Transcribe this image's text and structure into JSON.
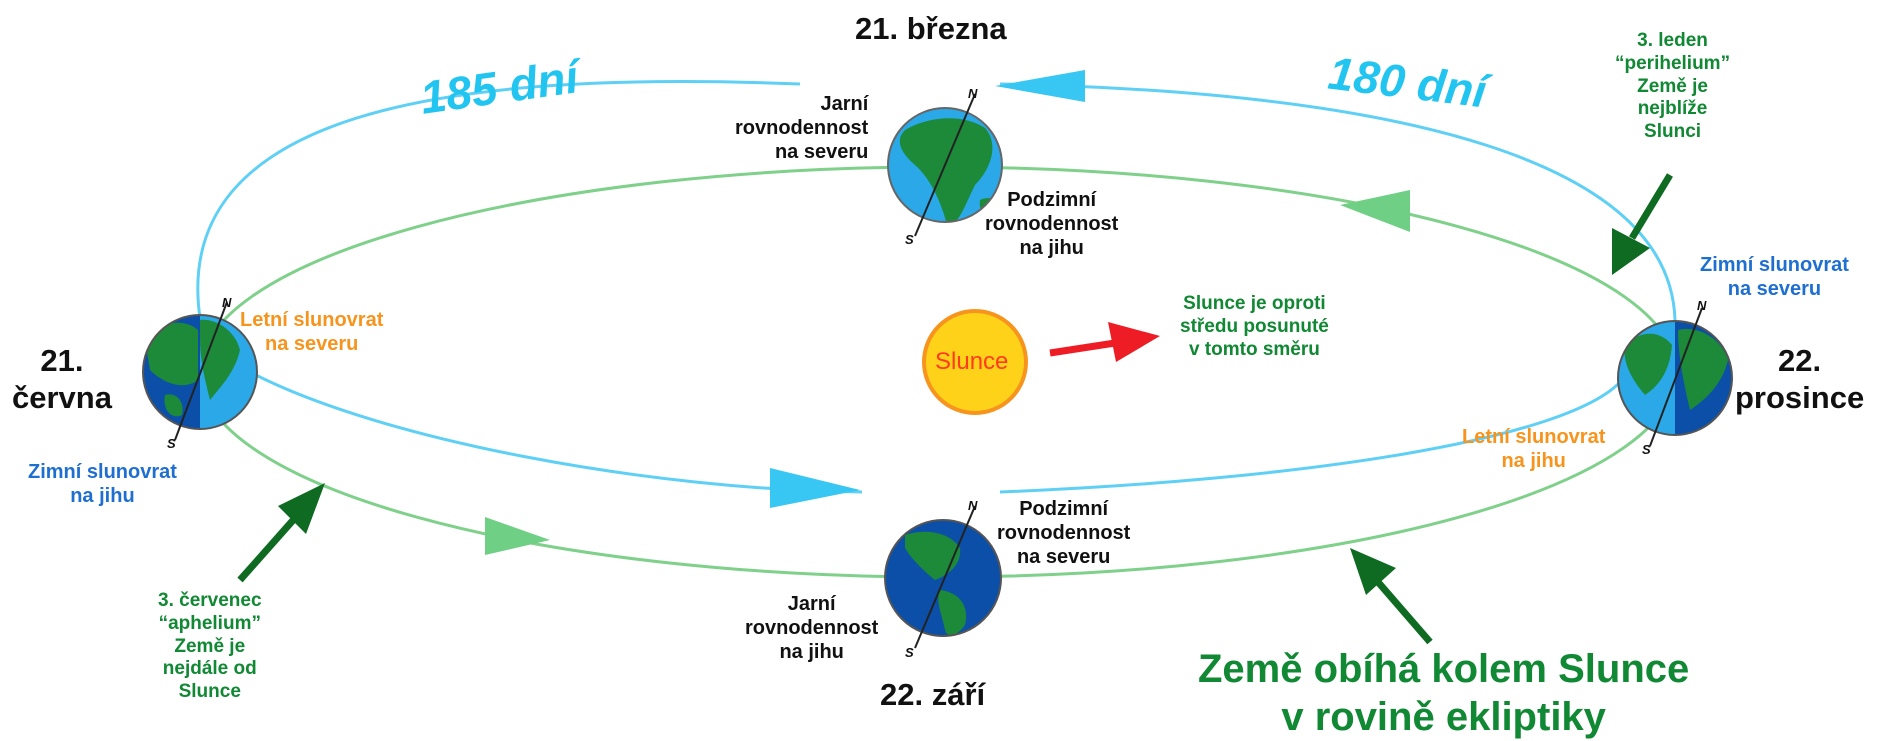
{
  "dates": {
    "march": "21. března",
    "june_line1": "21.",
    "june_line2": "června",
    "september": "22. září",
    "december_line1": "22.",
    "december_line2": "prosince"
  },
  "durations": {
    "left": "185 dní",
    "right": "180 dní"
  },
  "labels": {
    "spring_north": [
      "Jarní",
      "rovnodennost",
      "na severu"
    ],
    "autumn_south": [
      "Podzimní",
      "rovnodennost",
      "na jihu"
    ],
    "autumn_north": [
      "Podzimní",
      "rovnodennost",
      "na severu"
    ],
    "spring_south": [
      "Jarní",
      "rovnodennost",
      "na jihu"
    ],
    "summer_north": [
      "Letní slunovrat",
      "na severu"
    ],
    "winter_south": [
      "Zimní slunovrat",
      "na jihu"
    ],
    "winter_north": [
      "Zimní slunovrat",
      "na severu"
    ],
    "summer_south": [
      "Letní slunovrat",
      "na jihu"
    ],
    "perihelion": [
      "3. leden",
      "“perihelium”",
      "Země je",
      "nejblíže",
      "Slunci"
    ],
    "aphelion": [
      "3. červenec",
      "“aphelium”",
      "Země je",
      "nejdále od",
      "Slunce"
    ],
    "sun_offset": [
      "Slunce je oproti",
      "středu posunuté",
      "v tomto směru"
    ],
    "ecliptic": [
      "Země obíhá kolem Slunce",
      "v rovině ekliptiky"
    ]
  },
  "sun": {
    "label": "Slunce"
  },
  "poles": {
    "north": "N",
    "south": "S"
  },
  "colors": {
    "green_orbit": "#7fd08a",
    "blue_orbit": "#5fd0f5",
    "cyan_arrow": "#38c6f2",
    "dark_green_arrow": "#0f6b22",
    "red_arrow": "#ee1c24",
    "sun_fill": "#ffd21a",
    "ocean": "#2aa8e8",
    "ocean_dark": "#0b4fa8",
    "land": "#1d8a3a"
  }
}
